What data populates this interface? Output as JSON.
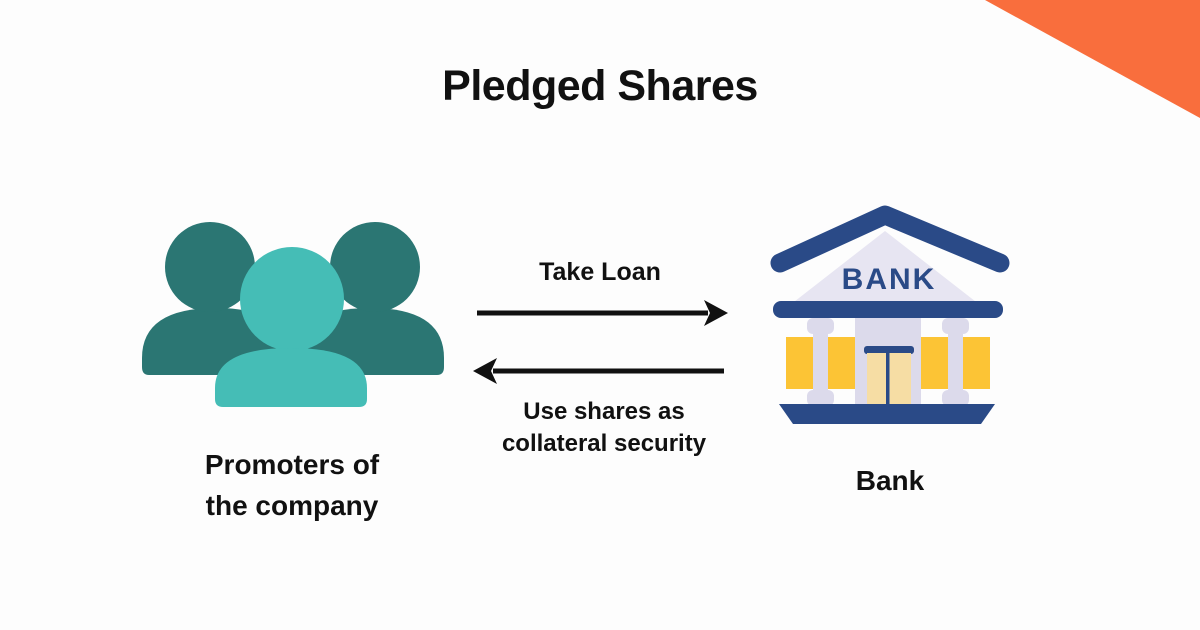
{
  "page": {
    "title": "Pledged Shares"
  },
  "colors": {
    "background": "#FDFDFD",
    "accent_orange": "#F96E3D",
    "teal_dark": "#2B7673",
    "teal_light": "#45BDB6",
    "navy": "#2A4A87",
    "lavender": "#DCDAEB",
    "lavender_light": "#E7E5F2",
    "yellow": "#FCC435",
    "door_cream": "#F6DDA4",
    "text_black": "#111111"
  },
  "diagram": {
    "left_entity": {
      "icon": "people-group-icon",
      "label_lines": [
        "Promoters of",
        "the company"
      ]
    },
    "right_entity": {
      "icon": "bank-building-icon",
      "sign_text": "BANK",
      "label": "Bank"
    },
    "flows": [
      {
        "direction": "left-to-right",
        "icon": "right-arrow-icon",
        "label": "Take Loan"
      },
      {
        "direction": "right-to-left",
        "icon": "left-arrow-icon",
        "label_lines": [
          "Use shares as",
          "collateral security"
        ]
      }
    ]
  }
}
